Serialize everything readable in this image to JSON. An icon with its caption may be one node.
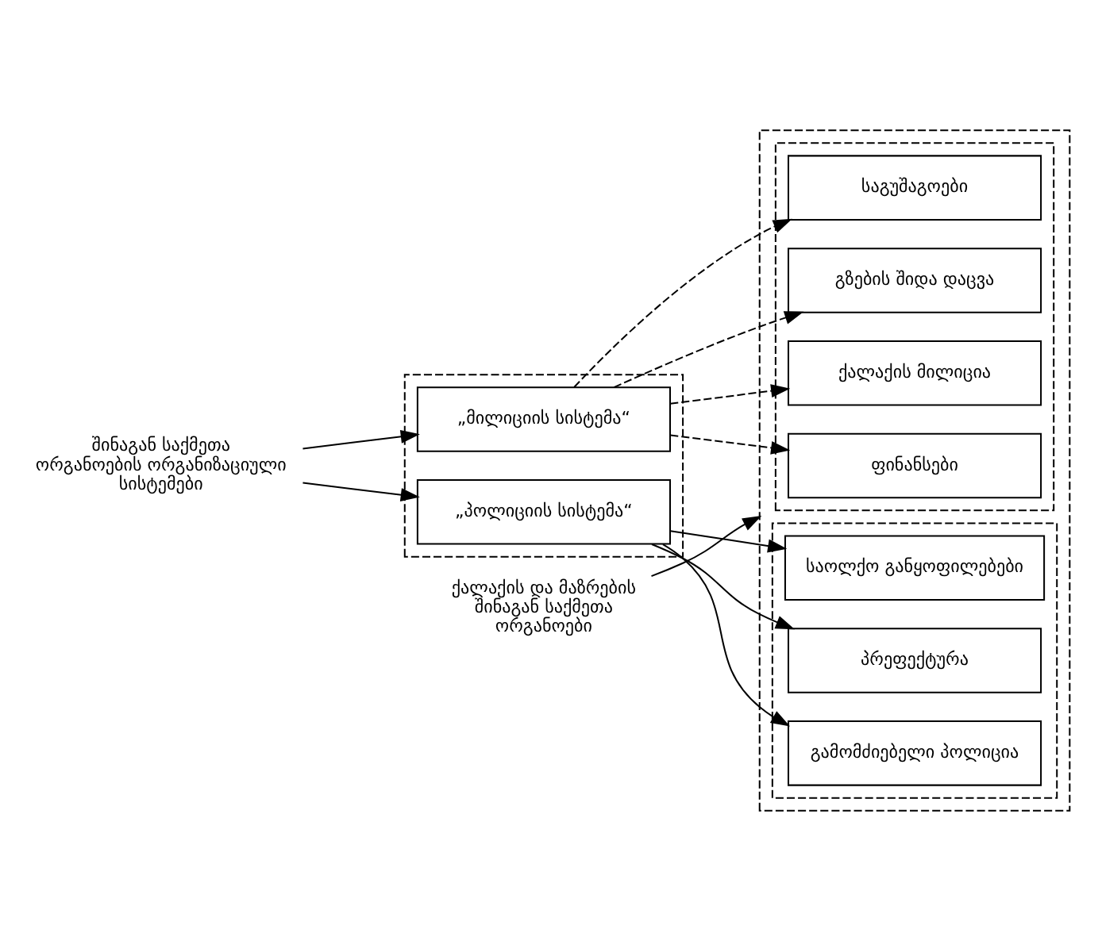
{
  "diagram": {
    "nodes": [
      {
        "text": [
          "შინაგან საქმეთა ორგანოების ორგანიზაციული სისტემები"
        ]
      },
      {
        "text": [
          "ქალაქის და მაზრების შინაგან საქმეთა ორგანოები"
        ]
      },
      {
        "text": [],
        "shape": "box"
      },
      {
        "text": [
          "„მილიციის სისტემა“"
        ],
        "in": 2
      },
      {
        "text": [
          "„პოლიციის სისტემა“"
        ],
        "in": 2
      },
      {
        "text": [],
        "shape": "box"
      },
      {
        "text": [],
        "shape": "box",
        "in": 5
      },
      {
        "text": [
          "ფინანსები"
        ],
        "in": 6
      },
      {
        "text": [
          "ქალაქის მილიცია"
        ],
        "in": 6
      },
      {
        "text": [
          "საგუშაგოები"
        ],
        "in": 6
      },
      {
        "text": [
          "გზების შიდა დაცვა"
        ],
        "in": 6
      },
      {
        "text": [],
        "shape": "box",
        "in": 5
      },
      {
        "text": [
          "გამომძიებელი პოლიცია"
        ],
        "in": 11
      },
      {
        "text": [
          "საოლქო განყოფილებები"
        ],
        "in": 11
      },
      {
        "text": [
          "პრეფექტურა"
        ],
        "in": 11
      }
    ],
    "edges": [
      {
        "from": 0,
        "to": 3,
        "arrow": "to"
      },
      {
        "from": 0,
        "to": 4,
        "arrow": "to"
      },
      {
        "from": 1,
        "to": 5,
        "arrow": "to"
      },
      {
        "from": 3,
        "to": 7,
        "arrow": "to",
        "style": "dashed"
      },
      {
        "from": 3,
        "to": 8,
        "arrow": "to",
        "style": "dashed"
      },
      {
        "from": 3,
        "to": 9,
        "arrow": "to",
        "style": "dashed"
      },
      {
        "from": 3,
        "to": 10,
        "arrow": "to",
        "style": "dashed"
      },
      {
        "from": 4,
        "to": 12,
        "arrow": "to"
      },
      {
        "from": 4,
        "to": 13,
        "arrow": "to"
      },
      {
        "from": 4,
        "to": 14,
        "arrow": "to"
      }
    ]
  }
}
